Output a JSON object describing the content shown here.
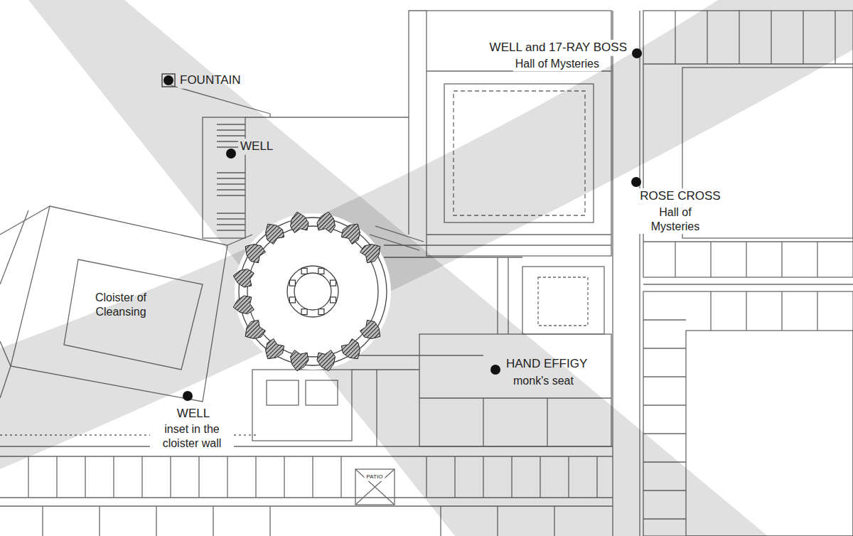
{
  "diagram": {
    "labels": [
      "FOUNTAIN",
      "WELL",
      "WELL and 17-RAY BOSS",
      "Hall of Mysteries",
      "ROSE CROSS",
      "Hall of Mysteries",
      "Cloister of Cleansing",
      "HAND EFFIGY",
      "monk's seat",
      "WELL",
      "inset in the cloister wall",
      "PATIO"
    ]
  }
}
